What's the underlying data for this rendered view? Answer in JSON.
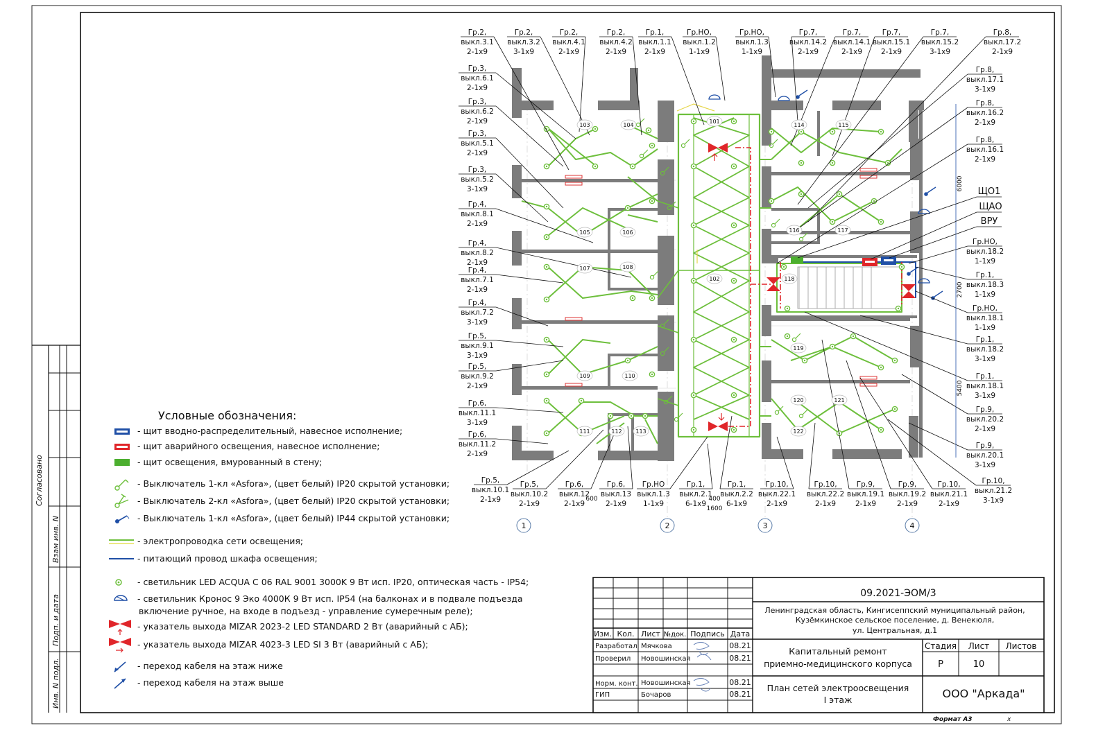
{
  "side_stamp": {
    "agreed": "Согласовано",
    "inv_replace": "Взам инв. N",
    "sign_date": "Подп. и дата",
    "inv_orig": "Инв. N подл."
  },
  "legend": {
    "title": "Условные обозначения:",
    "items": [
      {
        "symbol": "panel-blue",
        "text": "- щит вводно-распределительный, навесное исполнение;"
      },
      {
        "symbol": "panel-red",
        "text": "- щит аварийного освещения, навесное исполнение;"
      },
      {
        "symbol": "panel-green",
        "text": "- щит освещения, вмурованный в стену;"
      },
      {
        "symbol": "switch-1",
        "text": "- Выключатель 1-кл «Asfora», (цвет белый) IP20 скрытой установки;"
      },
      {
        "symbol": "switch-2",
        "text": "- Выключатель 2-кл «Asfora», (цвет белый) IP20 скрытой установки;"
      },
      {
        "symbol": "switch-ip44",
        "text": "- Выключатель 1-кл «Asfora», (цвет белый) IP44 скрытой установки;"
      },
      {
        "symbol": "wire-green",
        "text": "- электропроводка сети освещения;"
      },
      {
        "symbol": "wire-blue",
        "text": "- питающий провод шкафа освещения;"
      },
      {
        "symbol": "lamp-led",
        "text": "- светильник LED ACQUA C 06 RAL 9001 3000K 9 Вт исп. IP20, оптическая часть - IP54;"
      },
      {
        "symbol": "lamp-kronos",
        "text": "-      светильник Кронос 9 Эко 4000К 9 Вт исп. IP54 (на балконах и в подвале подъезда",
        "text2": "включение ручное, на входе в подъезд - управление сумеречным реле);"
      },
      {
        "symbol": "exit-2023",
        "text": "- указатель выхода MIZAR 2023-2 LED STANDARD 2 Вт (аварийный с АБ);"
      },
      {
        "symbol": "exit-4023",
        "text": "- указатель выхода MIZAR 4023-3 LED SI 3 Вт (аварийный с АБ);"
      },
      {
        "symbol": "cable-down",
        "text": "- переход кабеля на этаж ниже"
      },
      {
        "symbol": "cable-up",
        "text": "- переход кабеля на этаж выше"
      }
    ]
  },
  "title_block": {
    "code": "09.2021-ЭОМ/3",
    "address": [
      "Ленинградская область, Кингисеппский муниципальный район,",
      "Кузёмкинское сельское поселение, д. Венекюля,",
      "ул. Центральная, д.1"
    ],
    "headers": [
      "Изм.",
      "Кол.",
      "Лист",
      "№док.",
      "Подпись",
      "Дата"
    ],
    "rows": [
      {
        "role": "Разработал",
        "name": "Мячкова",
        "date": "08.21"
      },
      {
        "role": "Проверил",
        "name": "Новошинская",
        "date": "08.21"
      },
      {
        "role": "Норм. конт.",
        "name": "Новошинская",
        "date": "08.21"
      },
      {
        "role": "ГИП",
        "name": "Бочаров",
        "date": "08.21"
      }
    ],
    "project": [
      "Капитальный ремонт",
      "приемно-медицинского корпуса"
    ],
    "sheet_title": [
      "План сетей электроосвещения",
      "I этаж"
    ],
    "stage_header": "Стадия",
    "sheet_header": "Лист",
    "sheets_header": "Листов",
    "stage": "Р",
    "sheet": "10",
    "company": "ООО \"Аркада\"",
    "format": "Формат А3",
    "format_x": "x"
  },
  "plan": {
    "rooms": [
      "101",
      "102",
      "103",
      "104",
      "105",
      "106",
      "107",
      "108",
      "109",
      "110",
      "111",
      "112",
      "113",
      "114",
      "115",
      "116",
      "117",
      "118",
      "119",
      "120",
      "121",
      "122"
    ],
    "axes": [
      "1",
      "2",
      "3",
      "4"
    ],
    "panels": [
      "ЩО1",
      "ЩАО",
      "ВРУ"
    ],
    "dims": [
      "6000",
      "2700",
      "5400",
      "600",
      "400",
      "1600"
    ],
    "top_labels": [
      [
        "Гр.2,",
        "выкл.3.1",
        "2-1x9"
      ],
      [
        "Гр.2,",
        "выкл.3.2",
        "3-1x9"
      ],
      [
        "Гр.2,",
        "выкл.4.1",
        "2-1x9"
      ],
      [
        "Гр.2,",
        "выкл.4.2",
        "2-1x9"
      ],
      [
        "Гр.1,",
        "выкл.1.1",
        "2-1x9"
      ],
      [
        "Гр.НО,",
        "выкл.1.2",
        "1-1x9"
      ],
      [
        "Гр.НО,",
        "выкл.1.3",
        "1-1x9"
      ],
      [
        "Гр.7,",
        "выкл.14.2",
        "2-1x9"
      ],
      [
        "Гр.7,",
        "выкл.14.1",
        "2-1x9"
      ],
      [
        "Гр.7,",
        "выкл.15.1",
        "2-1x9"
      ],
      [
        "Гр.7,",
        "выкл.15.2",
        "3-1x9"
      ],
      [
        "Гр.8,",
        "выкл.17.2",
        "2-1x9"
      ]
    ],
    "left_labels": [
      [
        "Гр.3,",
        "выкл.6.1",
        "2-1x9"
      ],
      [
        "Гр.3,",
        "выкл.6.2",
        "2-1x9"
      ],
      [
        "Гр.3,",
        "выкл.5.1",
        "2-1x9"
      ],
      [
        "Гр.3,",
        "выкл.5.2",
        "3-1x9"
      ],
      [
        "Гр.4,",
        "выкл.8.1",
        "2-1x9"
      ],
      [
        "Гр.4,",
        "выкл.8.2",
        "2-1x9"
      ],
      [
        "Гр.4,",
        "выкл.7.1",
        "2-1x9"
      ],
      [
        "Гр.4,",
        "выкл.7.2",
        "3-1x9"
      ],
      [
        "Гр.5,",
        "выкл.9.1",
        "3-1x9"
      ],
      [
        "Гр.5,",
        "выкл.9.2",
        "2-1x9"
      ],
      [
        "Гр.6,",
        "выкл.11.1",
        "3-1x9"
      ],
      [
        "Гр.6,",
        "выкл.11.2",
        "2-1x9"
      ]
    ],
    "right_labels": [
      [
        "Гр.8,",
        "выкл.17.1",
        "3-1x9"
      ],
      [
        "Гр.8,",
        "выкл.16.2",
        "2-1x9"
      ],
      [
        "Гр.8,",
        "выкл.16.1",
        "2-1x9"
      ],
      [
        "Гр.НО,",
        "выкл.18.2",
        "1-1x9"
      ],
      [
        "Гр.1,",
        "выкл.18.3",
        "1-1x9"
      ],
      [
        "Гр.НО,",
        "выкл.18.1",
        "1-1x9"
      ],
      [
        "Гр.1,",
        "выкл.18.2",
        "3-1x9"
      ],
      [
        "Гр.1,",
        "выкл.18.1",
        "3-1x9"
      ],
      [
        "Гр.9,",
        "выкл.20.2",
        "2-1x9"
      ],
      [
        "Гр.9,",
        "выкл.20.1",
        "3-1x9"
      ],
      [
        "Гр.10,",
        "выкл.21.2",
        "3-1x9"
      ]
    ],
    "bottom_labels": [
      [
        "Гр.5,",
        "выкл.10.1",
        "2-1x9"
      ],
      [
        "Гр.5,",
        "выкл.10.2",
        "2-1x9"
      ],
      [
        "Гр.6,",
        "выкл.12",
        "2-1x9"
      ],
      [
        "Гр.6,",
        "выкл.13",
        "2-1x9"
      ],
      [
        "Гр.НО",
        "выкл.1.3",
        "1-1x9"
      ],
      [
        "Гр.1,",
        "выкл.2.1",
        "6-1x9"
      ],
      [
        "Гр.1,",
        "выкл.2.2",
        "6-1x9"
      ],
      [
        "Гр.10,",
        "выкл.22.1",
        "2-1x9"
      ],
      [
        "Гр.10,",
        "выкл.22.2",
        "2-1x9"
      ],
      [
        "Гр.9,",
        "выкл.19.1",
        "2-1x9"
      ],
      [
        "Гр.9,",
        "выкл.19.2",
        "2-1x9"
      ],
      [
        "Гр.10,",
        "выкл.21.1",
        "2-1x9"
      ]
    ]
  }
}
